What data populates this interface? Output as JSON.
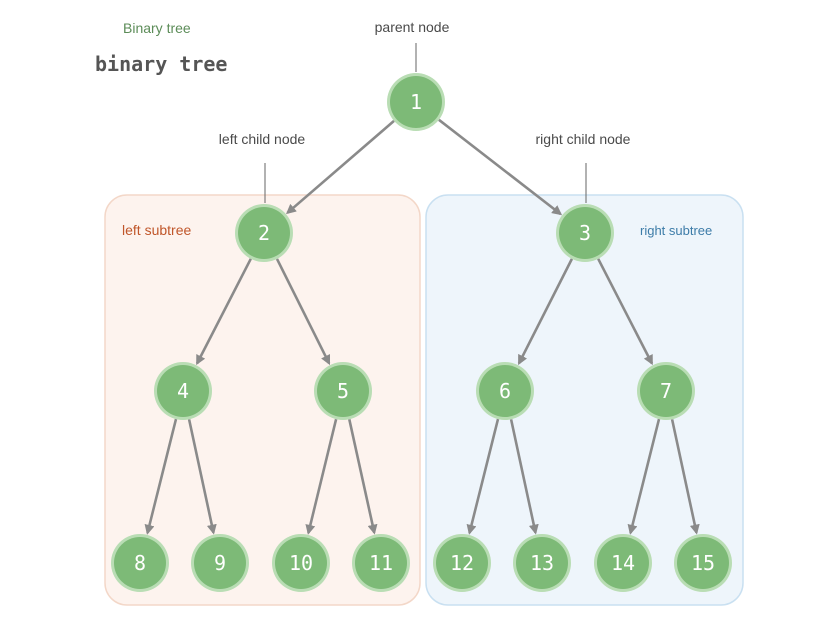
{
  "header": {
    "title": "Binary tree",
    "subtitle": "binary tree"
  },
  "annotations": {
    "parent": "parent node",
    "left_child": "left child node",
    "right_child": "right child node"
  },
  "subtrees": {
    "left_label": "left subtree",
    "right_label": "right subtree"
  },
  "colors": {
    "node_fill": "#7dba77",
    "node_ring": "#b9ddb4",
    "edge": "#8a8a8a",
    "left_subtree_fill": "#fdf3ee",
    "left_subtree_border": "#f3d7c8",
    "right_subtree_fill": "#eef5fb",
    "right_subtree_border": "#c9e0f1"
  },
  "tree": {
    "nodes": [
      {
        "id": "1",
        "label": "1"
      },
      {
        "id": "2",
        "label": "2"
      },
      {
        "id": "3",
        "label": "3"
      },
      {
        "id": "4",
        "label": "4"
      },
      {
        "id": "5",
        "label": "5"
      },
      {
        "id": "6",
        "label": "6"
      },
      {
        "id": "7",
        "label": "7"
      },
      {
        "id": "8",
        "label": "8"
      },
      {
        "id": "9",
        "label": "9"
      },
      {
        "id": "10",
        "label": "10"
      },
      {
        "id": "11",
        "label": "11"
      },
      {
        "id": "12",
        "label": "12"
      },
      {
        "id": "13",
        "label": "13"
      },
      {
        "id": "14",
        "label": "14"
      },
      {
        "id": "15",
        "label": "15"
      }
    ],
    "edges": [
      [
        "1",
        "2"
      ],
      [
        "1",
        "3"
      ],
      [
        "2",
        "4"
      ],
      [
        "2",
        "5"
      ],
      [
        "3",
        "6"
      ],
      [
        "3",
        "7"
      ],
      [
        "4",
        "8"
      ],
      [
        "4",
        "9"
      ],
      [
        "5",
        "10"
      ],
      [
        "5",
        "11"
      ],
      [
        "6",
        "12"
      ],
      [
        "6",
        "13"
      ],
      [
        "7",
        "14"
      ],
      [
        "7",
        "15"
      ]
    ]
  }
}
